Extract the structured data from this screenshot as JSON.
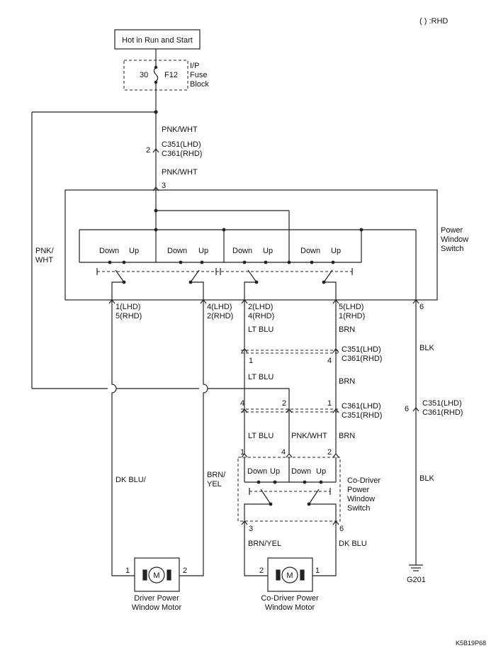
{
  "rhd_note": "( ) :RHD",
  "diagram_code": "K5B19P68",
  "power_source": "Hot in Run and Start",
  "fuse": {
    "number": "30",
    "name": "F12",
    "block_label": [
      "I/P",
      "Fuse",
      "Block"
    ]
  },
  "top_wire": {
    "color_above": "PNK/WHT",
    "connector_pin": "2",
    "connector_names": [
      "C351(LHD)",
      "C361(RHD)"
    ],
    "color_below": "PNK/WHT",
    "switch_pin": "3"
  },
  "left_wire": [
    "PNK/",
    "WHT"
  ],
  "power_window_switch": {
    "label": [
      "Power",
      "Window",
      "Switch"
    ],
    "down_label": "Down",
    "up_label": "Up",
    "pins": [
      {
        "pin": [
          "1(LHD)",
          "5(RHD)"
        ],
        "wire": [
          "DK BLU/"
        ]
      },
      {
        "pin": [
          "4(LHD)",
          "2(RHD)"
        ],
        "wire": [
          "BRN/",
          "YEL"
        ]
      },
      {
        "pin": [
          "2(LHD)",
          "4(RHD)"
        ],
        "wire": [
          "LT BLU"
        ]
      },
      {
        "pin": [
          "5(LHD)",
          "1(RHD)"
        ],
        "wire": [
          "BRN"
        ]
      },
      {
        "pin": [
          "6"
        ],
        "wire": [
          "BLK"
        ]
      }
    ]
  },
  "connector_mid1": {
    "names": [
      "C351(LHD)",
      "C361(RHD)"
    ],
    "pin_left": "1",
    "pin_right": "4",
    "wire_left": "LT BLU",
    "wire_right": "BRN"
  },
  "connector_mid2": {
    "names": [
      "C361(LHD)",
      "C351(RHD)"
    ],
    "pin_left": "4",
    "pin_mid": "2",
    "pin_right": "1",
    "wire_left": "LT BLU",
    "wire_mid": "PNK/WHT",
    "wire_right": "BRN"
  },
  "ground_branch": {
    "connector_pin": "6",
    "connector_names": [
      "C351(LHD)",
      "C361(RHD)"
    ],
    "wire": "BLK",
    "ground_label": "G201"
  },
  "co_driver_switch": {
    "label": [
      "Co-Driver",
      "Power",
      "Window",
      "Switch"
    ],
    "pin_top_left": "1",
    "pin_top_mid": "4",
    "pin_top_right": "2",
    "pin_bottom_left": "3",
    "pin_bottom_right": "6",
    "wire_bottom_left": "BRN/YEL",
    "wire_bottom_right": "DK BLU"
  },
  "driver_motor": {
    "symbol": "M",
    "pin_left": "1",
    "pin_right": "2",
    "label": [
      "Driver Power",
      "Window Motor"
    ]
  },
  "co_driver_motor": {
    "symbol": "M",
    "pin_left": "2",
    "pin_right": "1",
    "label": [
      "Co-Driver Power",
      "Window Motor"
    ]
  }
}
